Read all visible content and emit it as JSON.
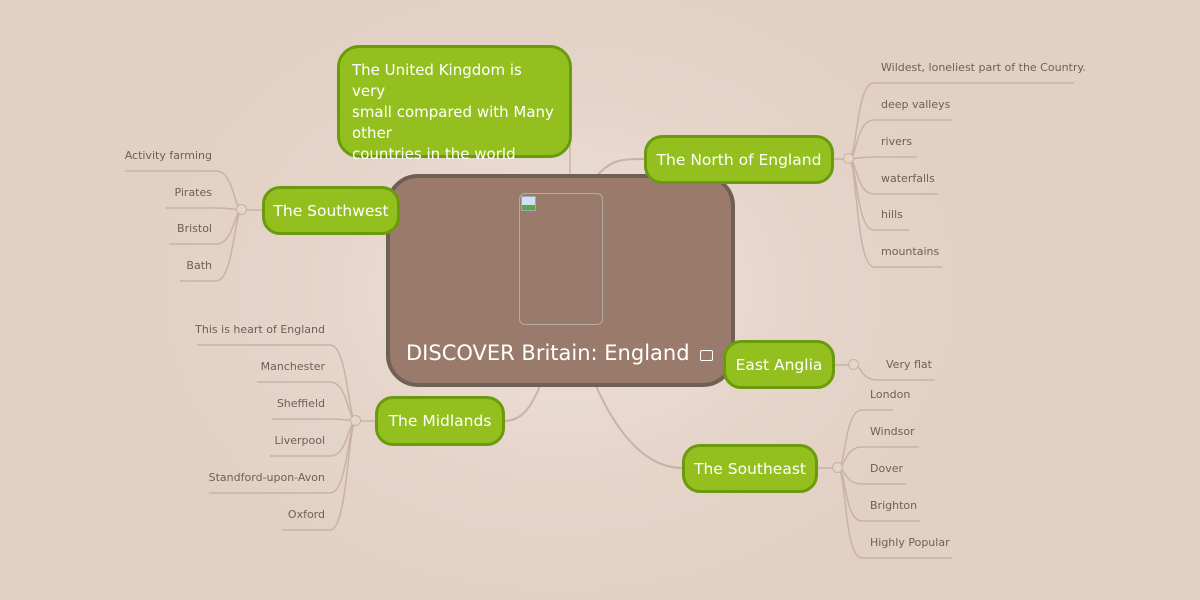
{
  "central": {
    "title": "DISCOVER Britain: England",
    "image_icon": "image-icon"
  },
  "note": {
    "lines": [
      "The United Kingdom is very",
      "small compared with Many",
      "other",
      "countries in the world"
    ]
  },
  "branches": {
    "north": {
      "label": "The North of England",
      "leaves": [
        "Wildest, loneliest part of the Country.",
        "deep valleys",
        "rivers",
        "waterfalls",
        "hills",
        "mountains"
      ]
    },
    "southwest": {
      "label": "The Southwest",
      "leaves": [
        "Activity farming",
        "Pirates",
        "Bristol",
        "Bath"
      ]
    },
    "midlands": {
      "label": "The Midlands",
      "leaves": [
        "This is heart of England",
        "Manchester",
        "Sheffield",
        "Liverpool",
        "Standford-upon-Avon",
        "Oxford"
      ]
    },
    "eastanglia": {
      "label": "East Anglia",
      "leaves": [
        "Very flat"
      ]
    },
    "southeast": {
      "label": "The Southeast",
      "leaves": [
        "London",
        "Windsor",
        "Dover",
        "Brighton",
        "Highly Popular"
      ]
    }
  },
  "colors": {
    "node": "#93c01f",
    "node_border": "#6b9a0c",
    "central": "#9a7b6b",
    "line": "#c9b2a5",
    "background": "#e2d0c4"
  }
}
